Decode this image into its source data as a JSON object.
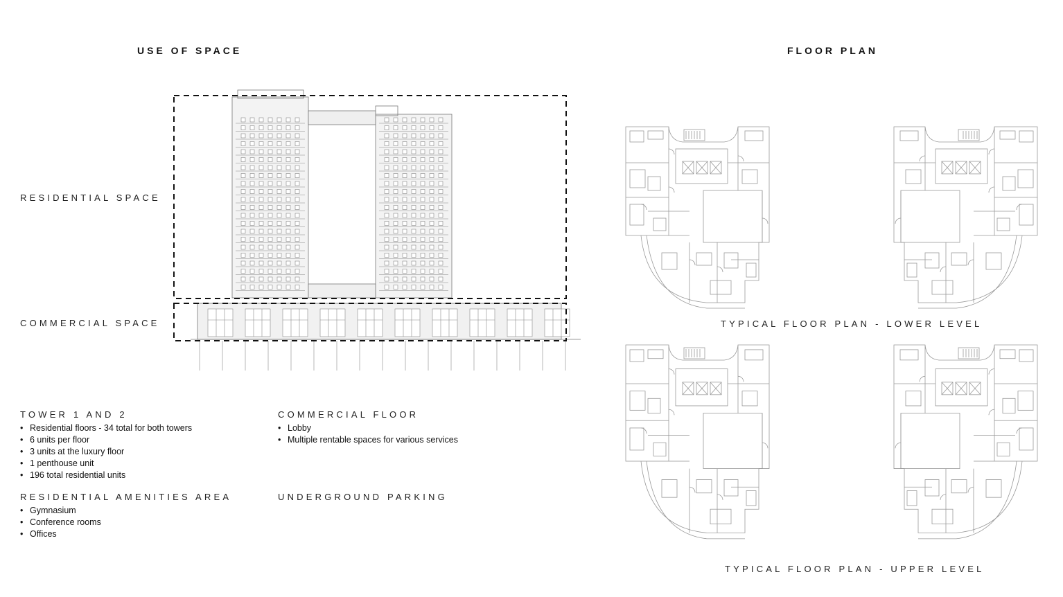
{
  "left_section": {
    "title": "USE OF SPACE"
  },
  "right_section": {
    "title": "FLOOR PLAN"
  },
  "elevation": {
    "zone_labels": {
      "residential": "RESIDENTIAL SPACE",
      "commercial": "COMMERCIAL SPACE"
    },
    "colors": {
      "line": "#777777",
      "dash": "#111111"
    }
  },
  "info_blocks": {
    "tower": {
      "heading": "TOWER 1 AND 2",
      "items": [
        "Residential floors - 34 total for both towers",
        "6 units per floor",
        "3 units at the luxury floor",
        "1 penthouse unit",
        "196 total residential units"
      ]
    },
    "commercial_floor": {
      "heading": "COMMERCIAL FLOOR",
      "items": [
        "Lobby",
        "Multiple rentable spaces for various services"
      ]
    },
    "amenities": {
      "heading": "RESIDENTIAL AMENITIES AREA",
      "items": [
        "Gymnasium",
        "Conference rooms",
        "Offices"
      ]
    },
    "parking": {
      "heading": "UNDERGROUND PARKING",
      "items": []
    }
  },
  "floor_plans": {
    "lower_caption": "TYPICAL FLOOR PLAN - LOWER LEVEL",
    "upper_caption": "TYPICAL FLOOR PLAN - UPPER LEVEL",
    "colors": {
      "line": "#999999"
    }
  }
}
